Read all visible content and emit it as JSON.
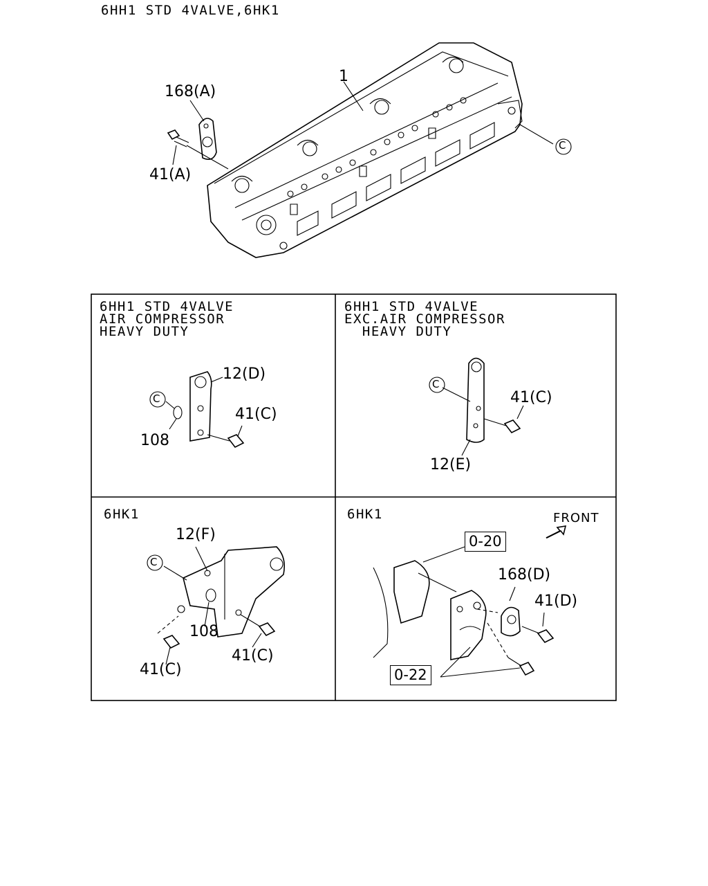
{
  "page_title": "6HH1 STD 4VALVE,6HK1",
  "main_view": {
    "labels": {
      "head": "1",
      "gasket_a": "168(A)",
      "bolt_a": "41(A)",
      "ref_c": "C"
    }
  },
  "panels": [
    {
      "caption": [
        "6HH1 STD 4VALVE",
        "AIR COMPRESSOR",
        "HEAVY DUTY"
      ],
      "labels": {
        "bracket": "12(D)",
        "ref_c": "C",
        "washer": "108",
        "bolt": "41(C)"
      }
    },
    {
      "caption": [
        "6HH1 STD 4VALVE",
        "EXC.AIR COMPRESSOR",
        "  HEAVY DUTY"
      ],
      "labels": {
        "bracket": "12(E)",
        "ref_c": "C",
        "bolt": "41(C)"
      }
    },
    {
      "caption": [
        "6HK1"
      ],
      "labels": {
        "bracket": "12(F)",
        "ref_c": "C",
        "washer": "108",
        "bolt_right": "41(C)",
        "bolt_left": "41(C)"
      }
    },
    {
      "caption": [
        "6HK1"
      ],
      "labels": {
        "front": "FRONT",
        "ref_1": "0-20",
        "ref_2": "0-22",
        "gasket": "168(D)",
        "bolt": "41(D)"
      }
    }
  ]
}
